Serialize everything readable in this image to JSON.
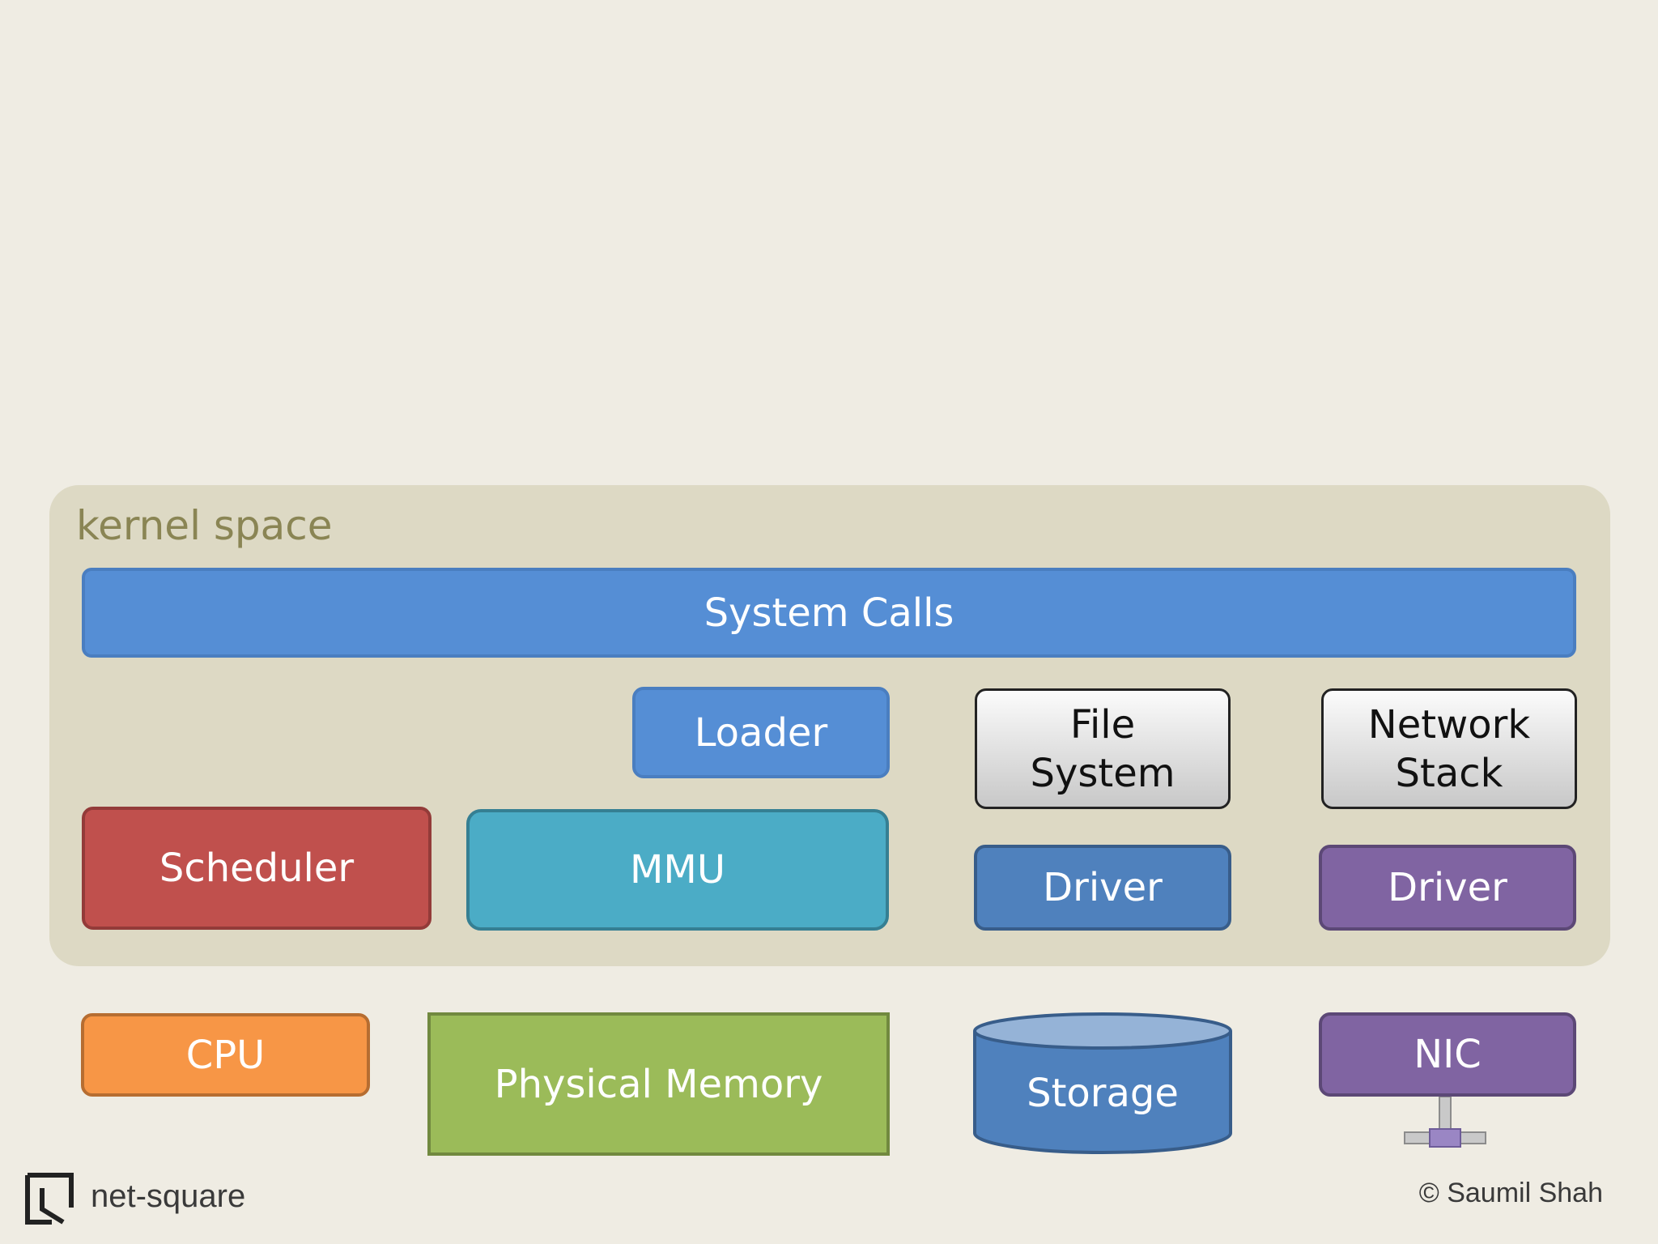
{
  "kernel": {
    "label": "kernel space"
  },
  "components": {
    "system_calls": "System Calls",
    "loader": "Loader",
    "scheduler": "Scheduler",
    "mmu": "MMU",
    "file_system": "File\nSystem",
    "network_stack": "Network\nStack",
    "fs_driver": "Driver",
    "nic_driver": "Driver"
  },
  "hardware": {
    "cpu": "CPU",
    "physical_memory": "Physical Memory",
    "storage": "Storage",
    "nic": "NIC"
  },
  "footer": {
    "brand": "net-square",
    "copyright": "© Saumil Shah"
  },
  "colors": {
    "background": "#efece3",
    "kernel_panel": "#ddd9c4",
    "kernel_label": "#8a8554",
    "blue": "#558ed5",
    "red": "#c0504d",
    "teal": "#4bacc6",
    "driver_blue": "#4f81bd",
    "purple": "#8064a2",
    "orange": "#f79646",
    "green": "#9bbb59",
    "storage_top": "#95b3d7"
  }
}
